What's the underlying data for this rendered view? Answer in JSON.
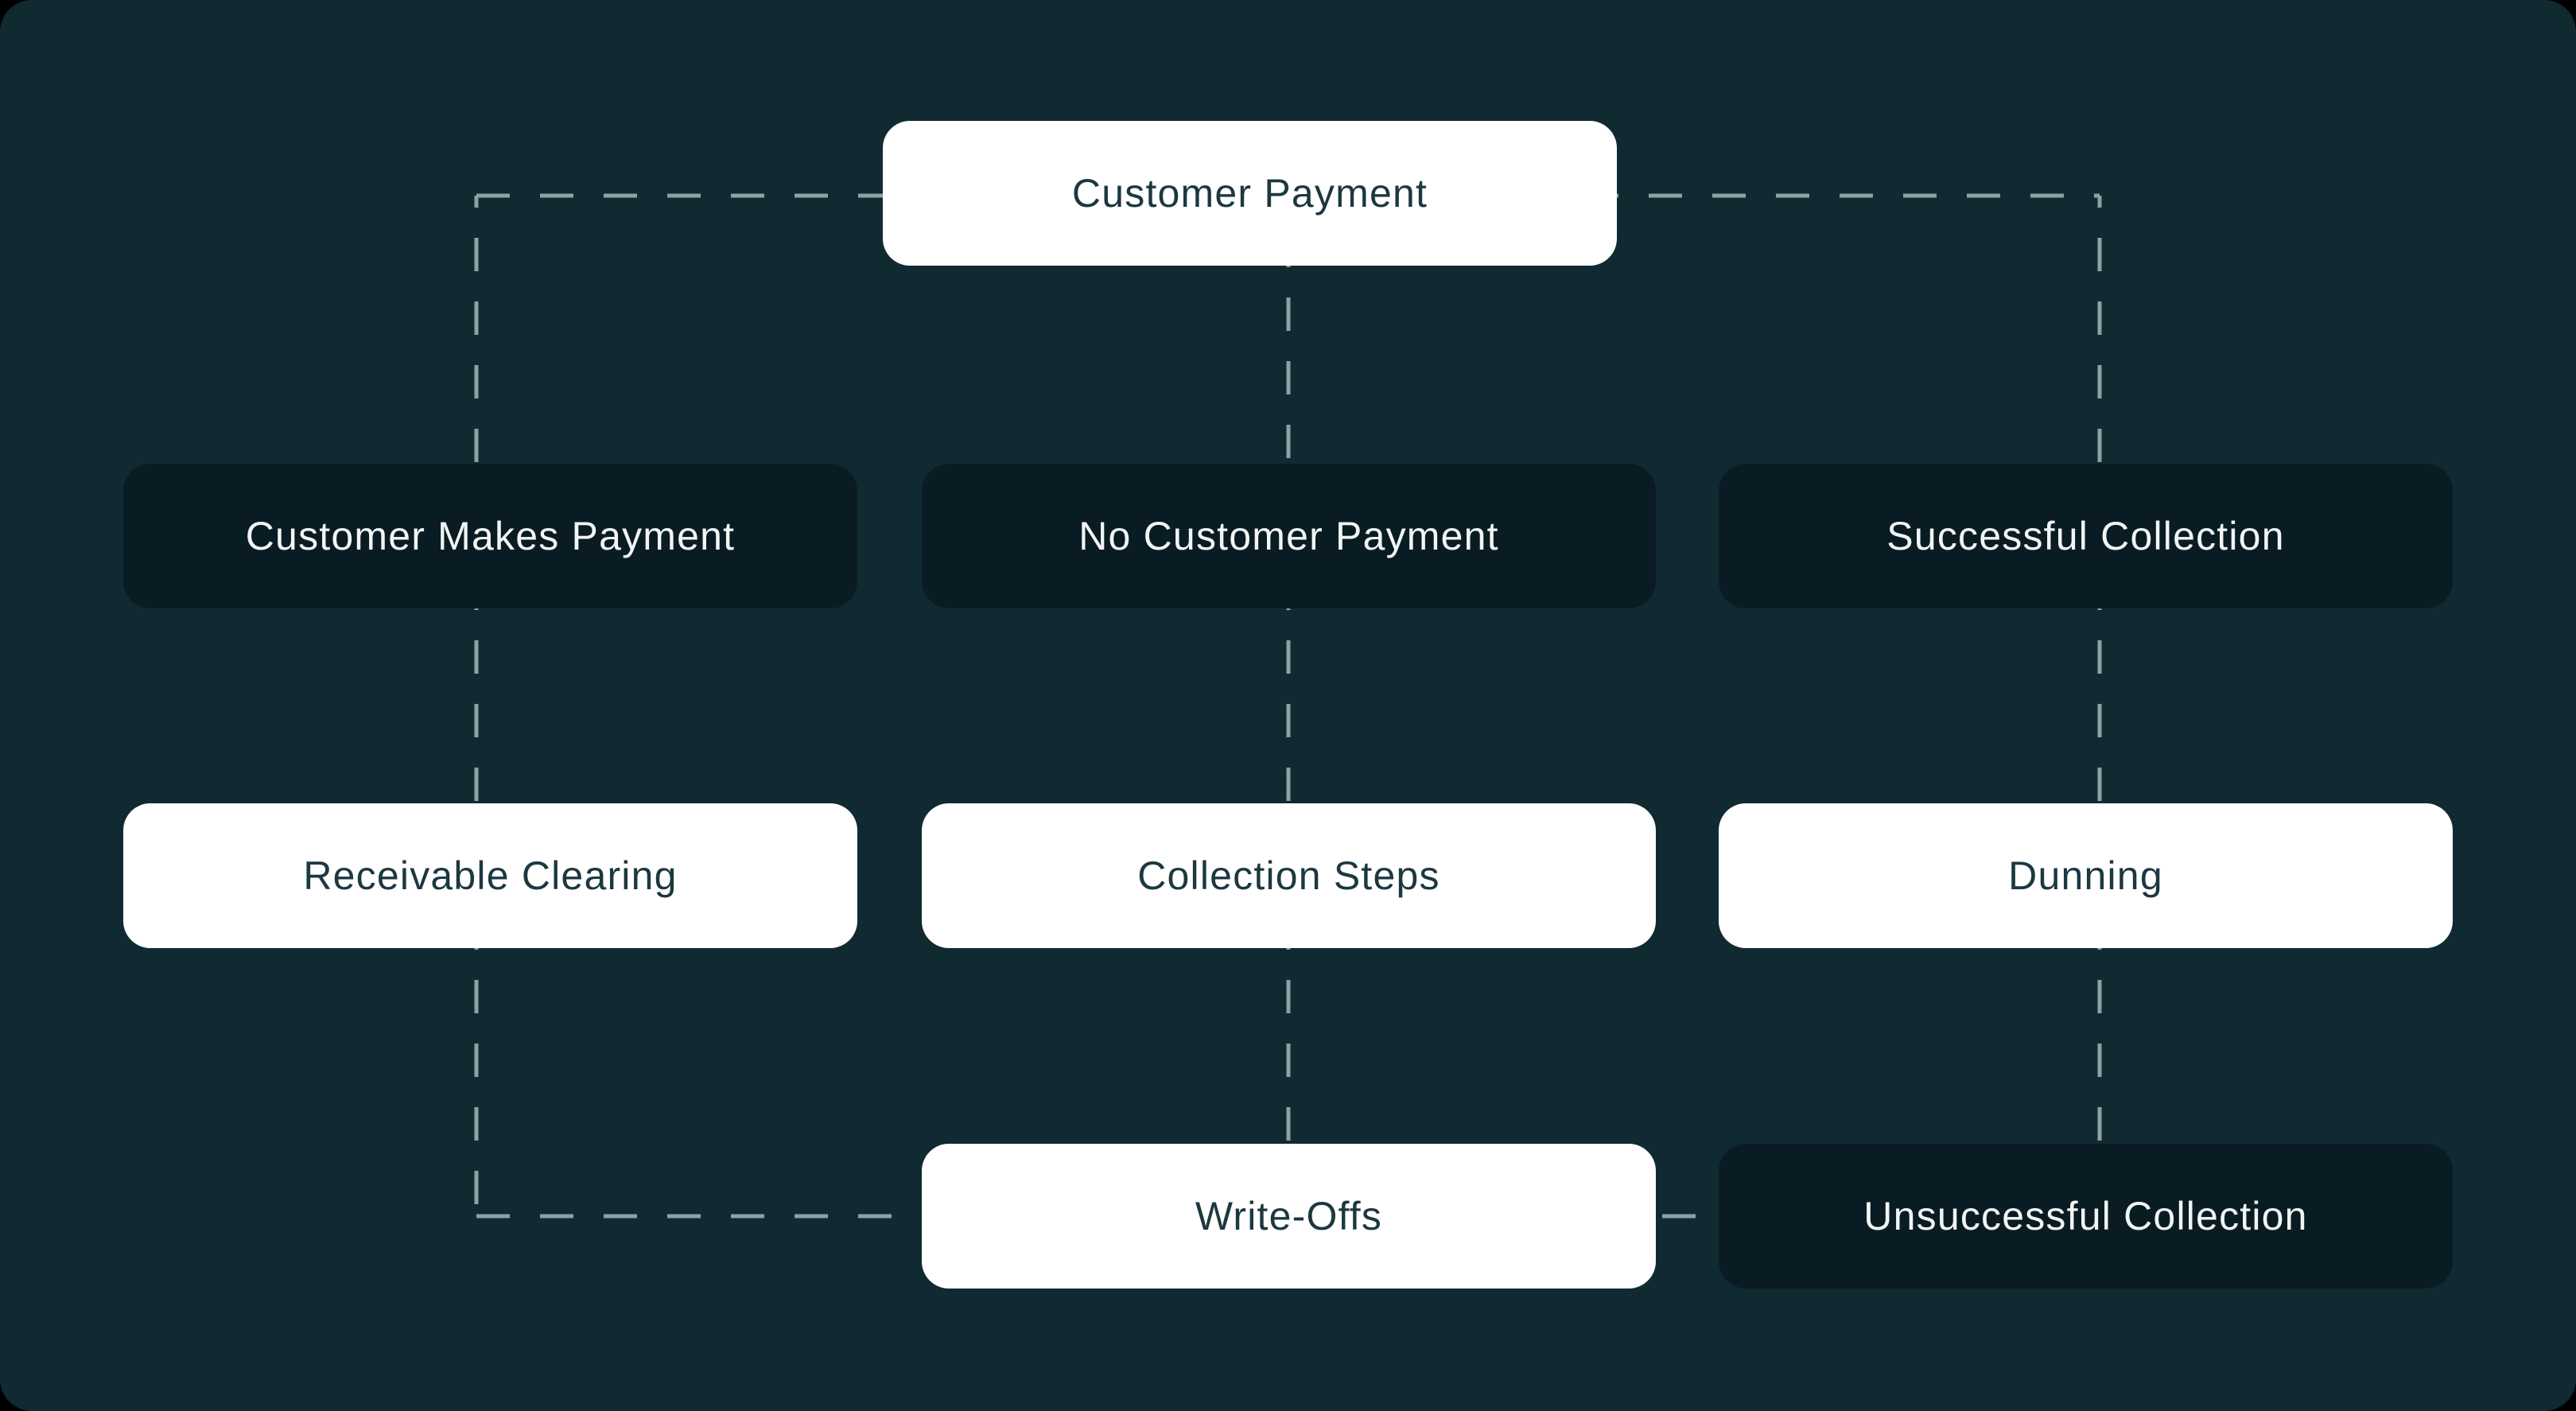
{
  "diagram": {
    "name": "customer-payment-flowchart",
    "colors": {
      "outer_bg": "#000000",
      "canvas_bg": "#112A31",
      "node_dark_bg": "#0A1C23",
      "node_light_bg": "#FFFFFF",
      "text_on_light": "#1C3841",
      "text_on_dark": "#F2F5F5",
      "connector": "#8FA1A4"
    },
    "nodes": [
      {
        "id": "customer-payment",
        "label": "Customer Payment",
        "variant": "light"
      },
      {
        "id": "customer-makes-payment",
        "label": "Customer Makes Payment",
        "variant": "dark"
      },
      {
        "id": "no-customer-payment",
        "label": "No Customer Payment",
        "variant": "dark"
      },
      {
        "id": "successful-collection",
        "label": "Successful Collection",
        "variant": "dark"
      },
      {
        "id": "receivable-clearing",
        "label": "Receivable Clearing",
        "variant": "light"
      },
      {
        "id": "collection-steps",
        "label": "Collection Steps",
        "variant": "light"
      },
      {
        "id": "dunning",
        "label": "Dunning",
        "variant": "light"
      },
      {
        "id": "write-offs",
        "label": "Write-Offs",
        "variant": "light"
      },
      {
        "id": "unsuccessful-collection",
        "label": "Unsuccessful Collection",
        "variant": "dark"
      }
    ],
    "edges": [
      {
        "from": "customer-payment",
        "to": "customer-makes-payment",
        "style": "dashed"
      },
      {
        "from": "customer-payment",
        "to": "no-customer-payment",
        "style": "dashed"
      },
      {
        "from": "customer-payment",
        "to": "successful-collection",
        "style": "dashed"
      },
      {
        "from": "customer-makes-payment",
        "to": "receivable-clearing",
        "style": "dashed"
      },
      {
        "from": "no-customer-payment",
        "to": "collection-steps",
        "style": "dashed"
      },
      {
        "from": "successful-collection",
        "to": "dunning",
        "style": "dashed"
      },
      {
        "from": "receivable-clearing",
        "to": "write-offs",
        "style": "dashed"
      },
      {
        "from": "collection-steps",
        "to": "write-offs",
        "style": "dashed"
      },
      {
        "from": "dunning",
        "to": "unsuccessful-collection",
        "style": "dashed"
      },
      {
        "from": "write-offs",
        "to": "unsuccessful-collection",
        "style": "dashed"
      }
    ]
  }
}
